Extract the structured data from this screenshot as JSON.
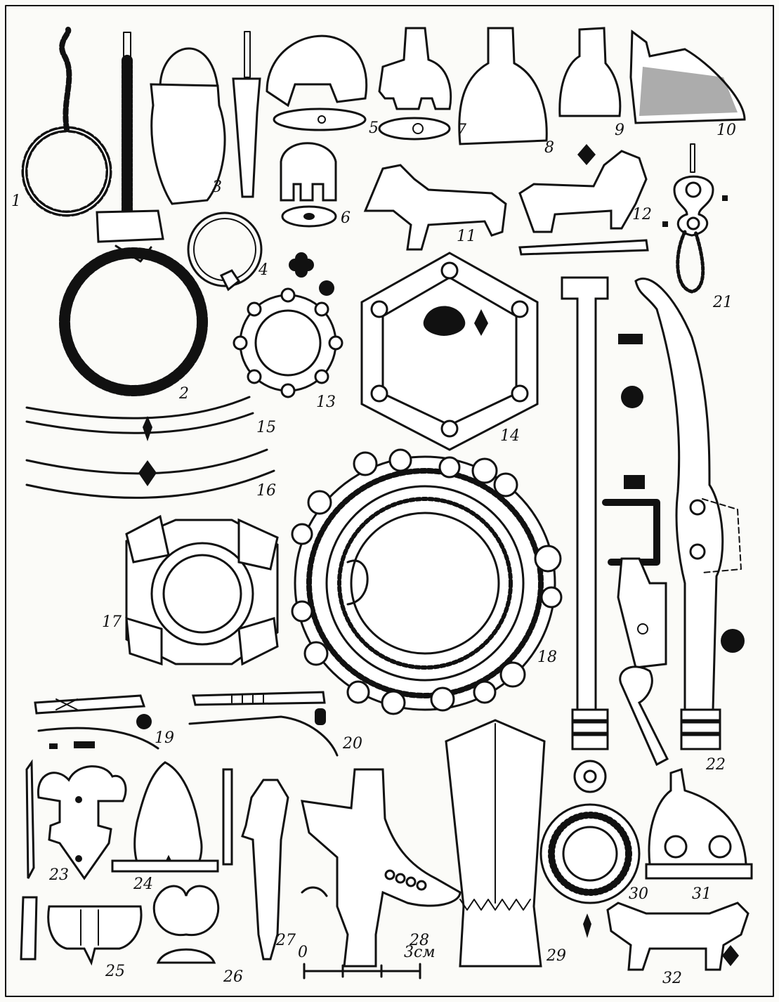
{
  "figure": {
    "labels": [
      "1",
      "2",
      "3",
      "4",
      "5",
      "6",
      "7",
      "8",
      "9",
      "10",
      "11",
      "12",
      "13",
      "14",
      "15",
      "16",
      "17",
      "18",
      "19",
      "20",
      "21",
      "22",
      "23",
      "24",
      "25",
      "26",
      "27",
      "28",
      "29",
      "30",
      "31",
      "32"
    ],
    "scale": {
      "zero": "0",
      "end": "3см"
    }
  }
}
